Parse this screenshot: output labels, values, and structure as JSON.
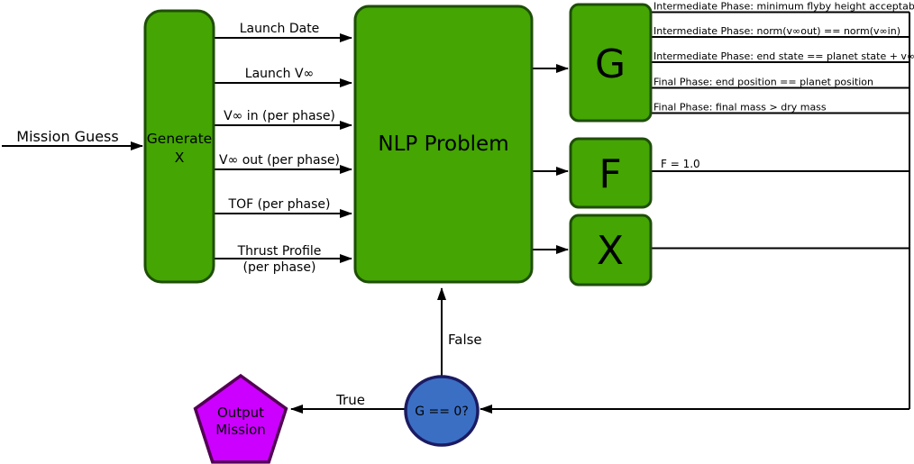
{
  "colors": {
    "node_green_fill": "#44a503",
    "node_green_border": "#1e4e07",
    "circle_blue_fill": "#3b6fc4",
    "circle_blue_border": "#1b1b62",
    "pentagon_magenta_fill": "#cc00ff",
    "pentagon_magenta_border": "#520053",
    "line_black": "#000000"
  },
  "mission_input": {
    "label": "Mission Guess"
  },
  "generate_box": {
    "line1": "Generate",
    "line2": "X"
  },
  "nlp_box": {
    "label": "NLP Problem"
  },
  "input_arrows": [
    {
      "label": "Launch Date"
    },
    {
      "label": "Launch V∞"
    },
    {
      "label": "V∞ in (per phase)"
    },
    {
      "label": "V∞ out (per phase)"
    },
    {
      "label": "TOF (per phase)"
    },
    {
      "label": "Thrust Profile",
      "label_line2": "(per phase)"
    }
  ],
  "output_boxes": {
    "g": "G",
    "f": "F",
    "x": "X"
  },
  "g_constraints": [
    {
      "label": "Intermediate Phase: minimum flyby height acceptable"
    },
    {
      "label": "Intermediate Phase: norm(v∞out) == norm(v∞in)"
    },
    {
      "label": "Intermediate Phase: end state == planet state + v∞"
    },
    {
      "label": "Final Phase: end position == planet position"
    },
    {
      "label": "Final Phase: final mass > dry mass"
    }
  ],
  "f_value": {
    "label": "F = 1.0"
  },
  "decision_circle": {
    "label": "G == 0?"
  },
  "branch_labels": {
    "true_label": "True",
    "false_label": "False"
  },
  "output_pentagon": {
    "line1": "Output",
    "line2": "Mission"
  }
}
